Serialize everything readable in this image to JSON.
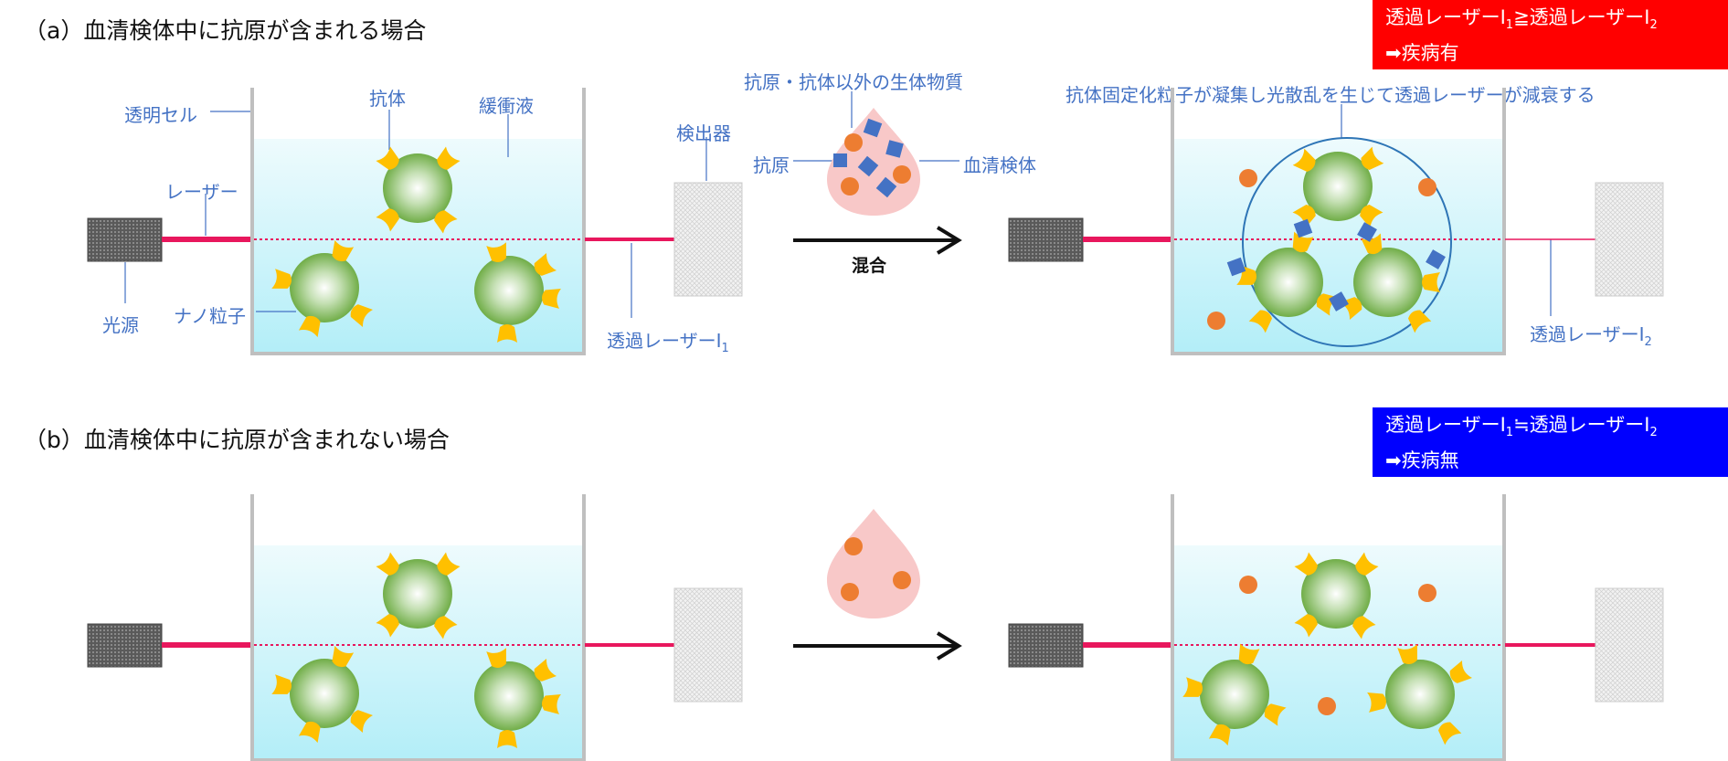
{
  "panel_a": {
    "heading": "（a）血清検体中に抗原が含まれる場合",
    "result_line1": "透過レーザーI",
    "result_sub1": "1",
    "result_cmp": "≧透過レーザーI",
    "result_sub2": "2",
    "result_line2": "➡疾病有",
    "result_color": "#FF0000",
    "labels": {
      "cell": "透明セル",
      "antibody": "抗体",
      "buffer": "緩衝液",
      "laser": "レーザー",
      "light_source": "光源",
      "nanoparticle": "ナノ粒子",
      "detector": "検出器",
      "transmitted1": "透過レーザーI",
      "transmitted1_sub": "1",
      "other_substances": "抗原・抗体以外の生体物質",
      "antigen": "抗原",
      "serum": "血清検体",
      "mix": "混合",
      "aggregation": "抗体固定化粒子が凝集し光散乱を生じて透過レーザーが減衰する",
      "transmitted2": "透過レーザーI",
      "transmitted2_sub": "2"
    }
  },
  "panel_b": {
    "heading": "（b）血清検体中に抗原が含まれない場合",
    "result_line1": "透過レーザーI",
    "result_sub1": "1",
    "result_cmp": "≒透過レーザーI",
    "result_sub2": "2",
    "result_line2": "➡疾病無",
    "result_color": "#0000FF"
  },
  "colors": {
    "label_blue": "#4472C4",
    "laser": "#E8175D",
    "particle_green": "#70AD47",
    "antibody_yellow": "#FFC000",
    "antigen_blue": "#4472C4",
    "orange_substance": "#ED7D31",
    "buffer_liquid": "#B8EEF8",
    "serum_drop": "#F8C8C8"
  }
}
